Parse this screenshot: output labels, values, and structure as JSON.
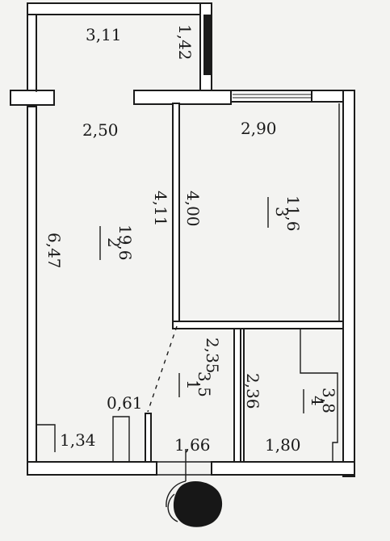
{
  "rooms": [
    {
      "number": "1",
      "area": "3,5"
    },
    {
      "number": "2",
      "area": "19,6"
    },
    {
      "number": "3",
      "area": "11,6"
    },
    {
      "number": "4",
      "area": "3,8"
    }
  ],
  "dimensions": {
    "loggia_width": "3,11",
    "loggia_depth": "1,42",
    "hall_top_width": "2,50",
    "room2_length": "6,47",
    "room2_partition": "4,11",
    "room3_width": "2,90",
    "room3_length": "4,00",
    "room1_length": "2,35",
    "room1_width": "1,66",
    "room4_length": "2,36",
    "room4_width": "1,80",
    "kitchen_bottom_width": "1,34",
    "door_offset": "0,61"
  },
  "colors": {
    "wall": "#1b1b1b",
    "wall_fill": "#ffffff",
    "paper": "#f3f3f1"
  }
}
